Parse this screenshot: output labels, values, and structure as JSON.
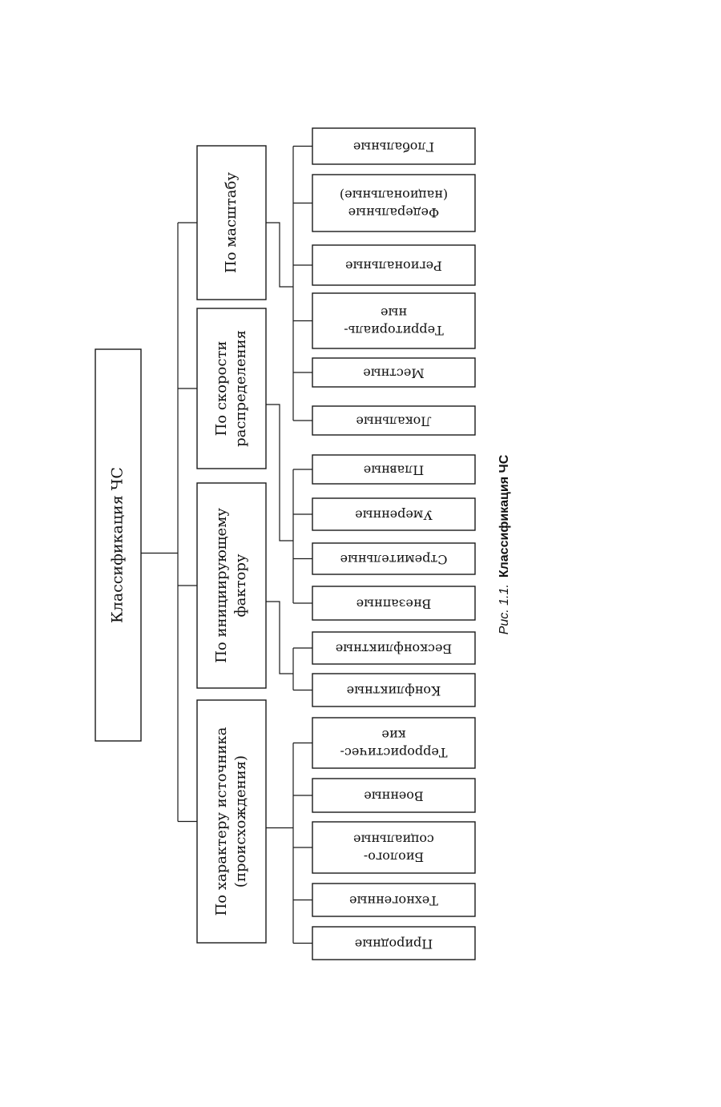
{
  "root": {
    "label": "Классификация ЧС"
  },
  "categories": [
    {
      "id": "scale",
      "lines": [
        "По масштабу"
      ]
    },
    {
      "id": "speed",
      "lines": [
        "По скорости",
        "распределения"
      ]
    },
    {
      "id": "factor",
      "lines": [
        "По  инициирующему",
        "фактору"
      ]
    },
    {
      "id": "source",
      "lines": [
        "По характеру источника",
        "(происхождения)"
      ]
    }
  ],
  "leaves": [
    {
      "cat": "scale",
      "lines": [
        "Глобальные"
      ]
    },
    {
      "cat": "scale",
      "lines": [
        "Федеральные",
        "(национальные)"
      ]
    },
    {
      "cat": "scale",
      "lines": [
        "Региональные"
      ]
    },
    {
      "cat": "scale",
      "lines": [
        "Территориаль-",
        "ные"
      ]
    },
    {
      "cat": "scale",
      "lines": [
        "Местные"
      ]
    },
    {
      "cat": "scale",
      "lines": [
        "Локальные"
      ]
    },
    {
      "cat": "speed",
      "lines": [
        "Плавные"
      ]
    },
    {
      "cat": "speed",
      "lines": [
        "Умеренные"
      ]
    },
    {
      "cat": "speed",
      "lines": [
        "Стремительные"
      ]
    },
    {
      "cat": "speed",
      "lines": [
        "Внезапные"
      ]
    },
    {
      "cat": "factor",
      "lines": [
        "Бесконфликтные"
      ]
    },
    {
      "cat": "factor",
      "lines": [
        "Конфликтные"
      ]
    },
    {
      "cat": "source",
      "lines": [
        "Террористичес-",
        "кие"
      ]
    },
    {
      "cat": "source",
      "lines": [
        "Военные"
      ]
    },
    {
      "cat": "source",
      "lines": [
        "Биолого-",
        "социальные"
      ]
    },
    {
      "cat": "source",
      "lines": [
        "Техногенные"
      ]
    },
    {
      "cat": "source",
      "lines": [
        "Природные"
      ]
    }
  ],
  "caption": {
    "prefix": "Рис. 1.1.",
    "title": "Классификация ЧС"
  }
}
